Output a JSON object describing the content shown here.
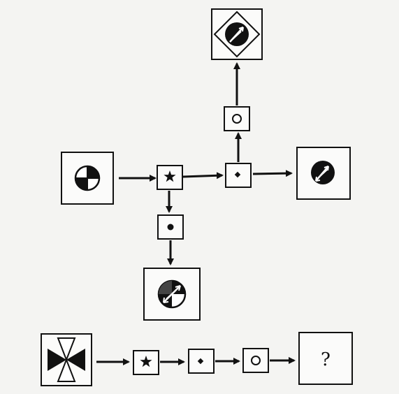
{
  "diagram": {
    "nodes": [
      {
        "id": "input-top",
        "icon": "quartered-disc-icon"
      },
      {
        "id": "op-star-top",
        "icon": "star-icon"
      },
      {
        "id": "op-dot-small-top",
        "icon": "small-dot-icon"
      },
      {
        "id": "op-ring-top",
        "icon": "ring-icon"
      },
      {
        "id": "output-up",
        "icon": "diamond-disc-arrows-icon"
      },
      {
        "id": "output-right",
        "icon": "disc-arrows-icon"
      },
      {
        "id": "op-dot-large",
        "icon": "large-dot-icon"
      },
      {
        "id": "output-down",
        "icon": "quartered-disc-arrows-icon"
      },
      {
        "id": "input-bottom",
        "icon": "bowtie-hourglass-icon"
      },
      {
        "id": "op-star-bottom",
        "icon": "star-icon"
      },
      {
        "id": "op-dot-small-bottom",
        "icon": "small-dot-icon"
      },
      {
        "id": "op-ring-bottom",
        "icon": "ring-icon"
      },
      {
        "id": "answer-box",
        "icon": "question-mark"
      }
    ],
    "question_mark": "?"
  }
}
